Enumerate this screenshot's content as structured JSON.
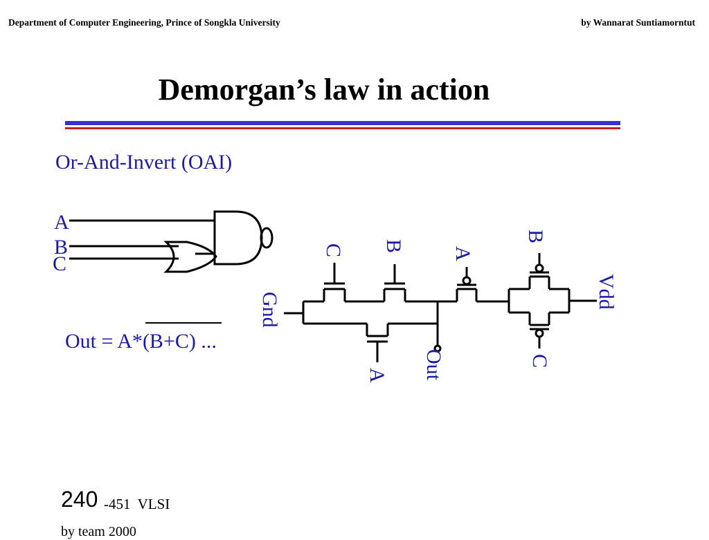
{
  "header": {
    "left": "Department of Computer Engineering, Prince of Songkla University",
    "right": "by Wannarat Suntiamorntut"
  },
  "title": "Demorgan’s law in action",
  "colors": {
    "rule_blue": "#3333cc",
    "rule_red": "#cc1f1f",
    "label_blue": "#1a1aa6"
  },
  "subtitle": "Or-And-Invert (OAI)",
  "gate": {
    "inputs": [
      "A",
      "B",
      "C"
    ]
  },
  "equation": {
    "prefix": "Out = A*",
    "overbar": "(B+C)",
    "suffix": " ..."
  },
  "transistors": {
    "nmos": [
      "C",
      "B",
      "A"
    ],
    "pmos": [
      "A",
      "B",
      "C"
    ],
    "gnd": "Gnd",
    "vdd": "Vdd",
    "out": "Out"
  },
  "footer": {
    "course_num": "240",
    "course_rest": "-451  VLSI",
    "cut_text": "by team 2000"
  }
}
